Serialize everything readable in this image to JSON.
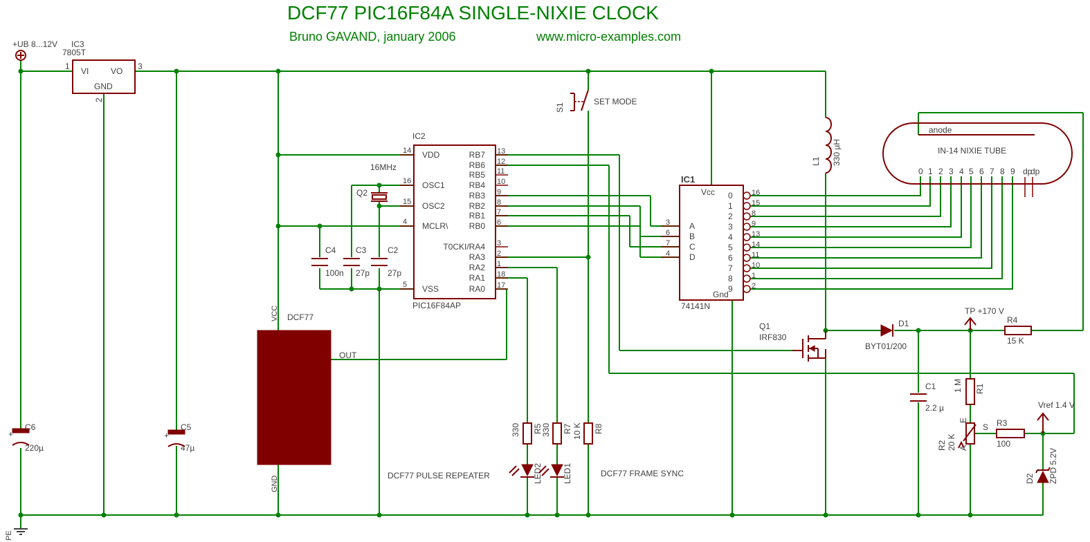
{
  "title": "DCF77 PIC16F84A SINGLE-NIXIE CLOCK",
  "author": "Bruno GAVAND, january 2006",
  "website": "www.micro-examples.com",
  "supply": {
    "label": "+UB 8...12V",
    "ground_label": "PE"
  },
  "ic3": {
    "name": "IC3",
    "part": "7805T",
    "vi": "VI",
    "vo": "VO",
    "gnd": "GND",
    "pin1": "1",
    "pin2": "2",
    "pin3": "3"
  },
  "ic2": {
    "name": "IC2",
    "part": "PIC16F84AP",
    "crystal_freq": "16MHz",
    "left_pins": [
      {
        "num": "14",
        "name": "VDD"
      },
      {
        "num": "16",
        "name": "OSC1"
      },
      {
        "num": "15",
        "name": "OSC2"
      },
      {
        "num": "4",
        "name": "MCLR\\"
      },
      {
        "num": "5",
        "name": "VSS"
      }
    ],
    "right_pins": [
      {
        "num": "13",
        "name": "RB7"
      },
      {
        "num": "12",
        "name": "RB6"
      },
      {
        "num": "11",
        "name": "RB5"
      },
      {
        "num": "10",
        "name": "RB4"
      },
      {
        "num": "9",
        "name": "RB3"
      },
      {
        "num": "8",
        "name": "RB2"
      },
      {
        "num": "7",
        "name": "RB1"
      },
      {
        "num": "6",
        "name": "RB0"
      },
      {
        "num": "3",
        "name": "T0CKI/RA4"
      },
      {
        "num": "2",
        "name": "RA3"
      },
      {
        "num": "1",
        "name": "RA2"
      },
      {
        "num": "18",
        "name": "RA1"
      },
      {
        "num": "17",
        "name": "RA0"
      }
    ]
  },
  "ic1": {
    "name": "IC1",
    "part": "74141N",
    "vcc": "Vcc",
    "gnd": "Gnd",
    "inputs": [
      {
        "num": "3",
        "name": "A"
      },
      {
        "num": "6",
        "name": "B"
      },
      {
        "num": "7",
        "name": "C"
      },
      {
        "num": "4",
        "name": "D"
      }
    ],
    "outputs": [
      {
        "digit": "0",
        "pin": "16"
      },
      {
        "digit": "1",
        "pin": "15"
      },
      {
        "digit": "2",
        "pin": "8"
      },
      {
        "digit": "3",
        "pin": "9"
      },
      {
        "digit": "4",
        "pin": "13"
      },
      {
        "digit": "5",
        "pin": "14"
      },
      {
        "digit": "6",
        "pin": "11"
      },
      {
        "digit": "7",
        "pin": "10"
      },
      {
        "digit": "8",
        "pin": "1"
      },
      {
        "digit": "9",
        "pin": "2"
      }
    ]
  },
  "nixie": {
    "name": "IN-14 NIXIE TUBE",
    "anode": "anode",
    "pins": [
      "0",
      "1",
      "2",
      "3",
      "4",
      "5",
      "6",
      "7",
      "8",
      "9",
      "dp",
      "dp"
    ]
  },
  "dcf77": {
    "name": "DCF77",
    "vcc": "VCC",
    "gnd": "GND",
    "out": "OUT"
  },
  "components": {
    "q2": "Q2",
    "c4": {
      "name": "C4",
      "value": "100n"
    },
    "c3": {
      "name": "C3",
      "value": "27p"
    },
    "c2": {
      "name": "C2",
      "value": "27p"
    },
    "c6": {
      "name": "C6",
      "value": "220µ"
    },
    "c5": {
      "name": "C5",
      "value": "47µ"
    },
    "c1": {
      "name": "C1",
      "value": "2.2 µ"
    },
    "s1": {
      "name": "S1",
      "label": "SET MODE"
    },
    "l1": {
      "name": "L1",
      "value": "330 µH"
    },
    "q1": {
      "name": "Q1",
      "value": "IRF830"
    },
    "d1": {
      "name": "D1",
      "value": "BYT01/200"
    },
    "d2": {
      "name": "D2",
      "value": "ZPD 5.2V"
    },
    "r1": {
      "name": "R1",
      "value": "1 M"
    },
    "r2": {
      "name": "R2",
      "value": "20 K",
      "a": "A",
      "e": "E",
      "s": "S"
    },
    "r3": {
      "name": "R3",
      "value": "100"
    },
    "r4": {
      "name": "R4",
      "value": "15 K"
    },
    "r5": {
      "name": "R5",
      "value": "330"
    },
    "r7": {
      "name": "R7",
      "value": "330"
    },
    "r8": {
      "name": "R8",
      "value": "10 K"
    },
    "led2": "LED2",
    "led1": "LED1"
  },
  "annotations": {
    "tp": "TP +170 V",
    "vref": "Vref 1.4 V",
    "pulse_repeater": "DCF77 PULSE REPEATER",
    "frame_sync": "DCF77 FRAME SYNC"
  },
  "colors": {
    "wire": "#008000",
    "part": "#800000",
    "label": "#404040"
  }
}
